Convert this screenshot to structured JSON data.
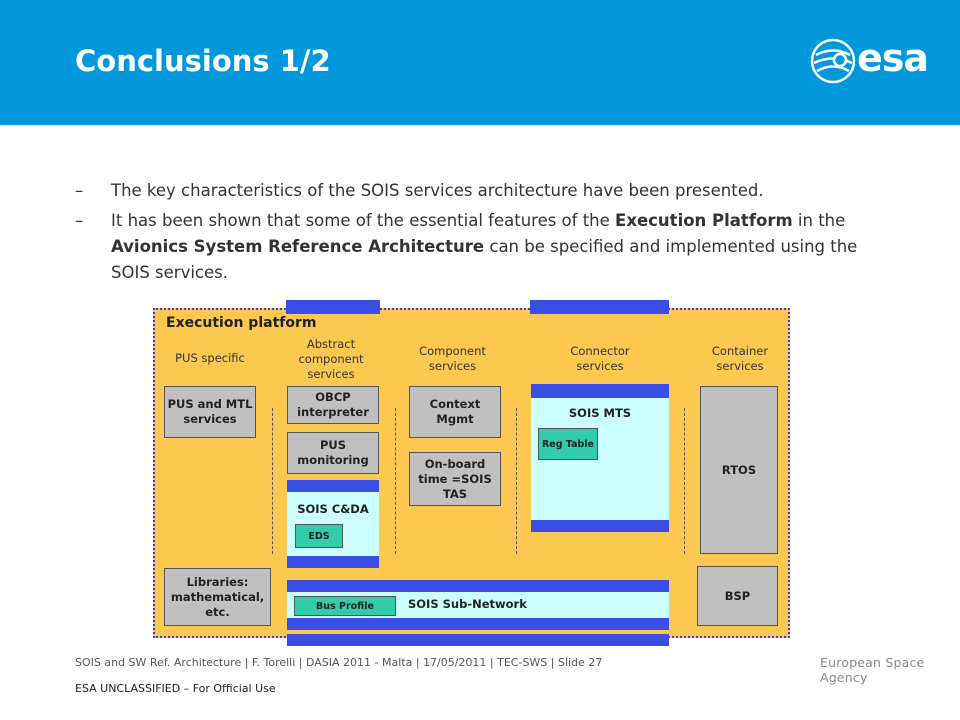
{
  "slide": {
    "title": "Conclusions 1/2",
    "logo_text": "esa"
  },
  "bullets": [
    {
      "dash": "–",
      "parts": [
        "The key characteristics of the SOIS services architecture have been presented."
      ]
    },
    {
      "dash": "–",
      "p1": "It has been shown that some of the essential features of the ",
      "b1": "Execution Platform",
      "p2": " in the ",
      "b2": "Avionics System Reference Architecture",
      "p3": " can be specified and implemented using the SOIS services."
    }
  ],
  "diagram": {
    "title": "Execution platform",
    "columns": {
      "pus": "PUS specific",
      "abstract": "Abstract component services",
      "component": "Component services",
      "connector": "Connector services",
      "container": "Container services"
    },
    "boxes": {
      "pus_mtl": "PUS and MTL services",
      "obcp": "OBCP interpreter",
      "pus_mon": "PUS monitoring",
      "sois_cda": "SOIS C&DA",
      "eds": "EDS",
      "context": "Context Mgmt",
      "onboard": "On-board time =SOIS TAS",
      "sois_mts": "SOIS MTS",
      "reg_table": "Reg Table",
      "rtos": "RTOS",
      "libraries": "Libraries: mathematical, etc.",
      "bus_profile": "Bus Profile",
      "sub_network": "SOIS Sub-Network",
      "bsp": "BSP"
    }
  },
  "footer": {
    "text": "SOIS and SW Ref. Architecture | F. Torelli | DASIA 2011 - Malta | 17/05/2011 | TEC-SWS | Slide 27",
    "classification": "ESA UNCLASSIFIED – For Official Use",
    "agency": "European Space Agency"
  },
  "colors": {
    "header": "#0098db",
    "platform_bg": "#fdc84f",
    "bar_blue": "#3a4ee6",
    "box_grey": "#c0c0c0",
    "box_cyan": "#ccffff",
    "teal": "#33ccaa"
  }
}
